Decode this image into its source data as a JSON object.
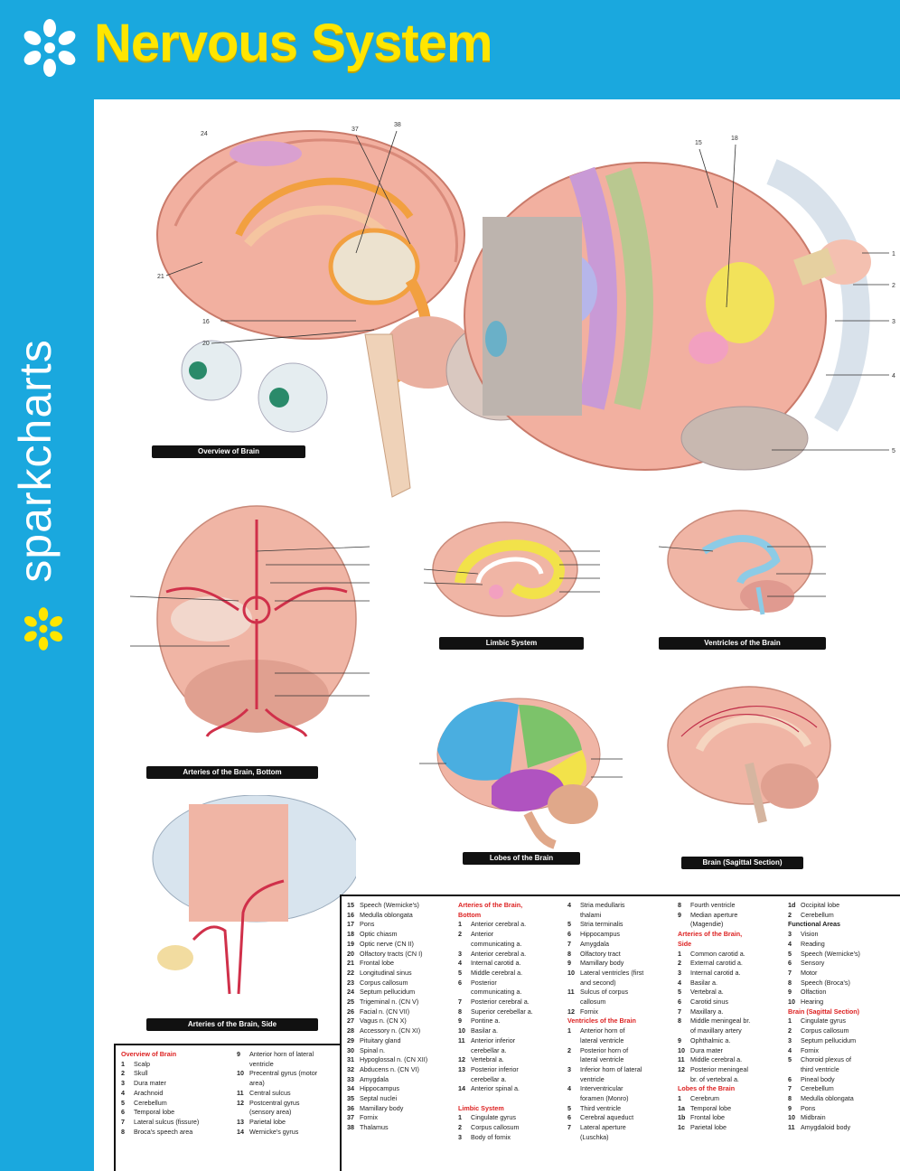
{
  "header": {
    "title": "Nervous System",
    "brand": "sparkcharts"
  },
  "colors": {
    "blue": "#1aa8de",
    "yellow": "#ffe600",
    "white": "#ffffff"
  },
  "captions": {
    "overview": "Overview of Brain",
    "arteries_bottom": "Arteries of the Brain, Bottom",
    "limbic": "Limbic System",
    "ventricles": "Ventricles of the Brain",
    "lobes": "Lobes of the Brain",
    "sagittal": "Brain (Sagittal Section)",
    "arteries_side": "Arteries of the Brain, Side"
  },
  "legend": {
    "col1": [
      [
        "",
        "Overview of Brain",
        true
      ],
      [
        "1",
        "Scalp"
      ],
      [
        "2",
        "Skull"
      ],
      [
        "3",
        "Dura mater"
      ],
      [
        "4",
        "Arachnoid"
      ],
      [
        "5",
        "Cerebellum"
      ],
      [
        "6",
        "Temporal lobe"
      ],
      [
        "7",
        "Lateral sulcus (fissure)"
      ],
      [
        "8",
        "Broca's speech area"
      ]
    ],
    "col2": [
      [
        "9",
        "Anterior horn of lateral"
      ],
      [
        "",
        "ventricle"
      ],
      [
        "10",
        "Precentral gyrus (motor"
      ],
      [
        "",
        "area)"
      ],
      [
        "11",
        "Central sulcus"
      ],
      [
        "12",
        "Postcentral gyrus"
      ],
      [
        "",
        "(sensory area)"
      ],
      [
        "13",
        "Parietal lobe"
      ],
      [
        "14",
        "Wernicke's gyrus"
      ]
    ],
    "col3": [
      [
        "15",
        "Speech (Wernicke's)"
      ],
      [
        "16",
        "Medulla oblongata"
      ],
      [
        "17",
        "Pons"
      ],
      [
        "18",
        "Optic chiasm"
      ],
      [
        "19",
        "Optic nerve (CN II)"
      ],
      [
        "20",
        "Olfactory tracts (CN I)"
      ],
      [
        "21",
        "Frontal lobe"
      ],
      [
        "22",
        "Longitudinal sinus"
      ],
      [
        "23",
        "Corpus callosum"
      ],
      [
        "24",
        "Septum pellucidum"
      ],
      [
        "25",
        "Trigeminal n. (CN V)"
      ],
      [
        "26",
        "Facial n. (CN VII)"
      ],
      [
        "27",
        "Vagus n. (CN X)"
      ],
      [
        "28",
        "Accessory n. (CN XI)"
      ],
      [
        "29",
        "Pituitary gland"
      ],
      [
        "30",
        "Spinal n."
      ],
      [
        "31",
        "Hypoglossal n. (CN XII)"
      ],
      [
        "32",
        "Abducens n. (CN VI)"
      ],
      [
        "33",
        "Amygdala"
      ],
      [
        "34",
        "Hippocampus"
      ],
      [
        "35",
        "Septal nuclei"
      ],
      [
        "36",
        "Mamillary body"
      ],
      [
        "37",
        "Fornix"
      ],
      [
        "38",
        "Thalamus"
      ]
    ],
    "col4": [
      [
        "",
        "Arteries of the Brain,",
        true
      ],
      [
        "",
        "Bottom",
        true
      ],
      [
        "1",
        "Anterior cerebral a."
      ],
      [
        "2",
        "Anterior"
      ],
      [
        "",
        "communicating a."
      ],
      [
        "3",
        "Anterior cerebral a."
      ],
      [
        "4",
        "Internal carotid a."
      ],
      [
        "5",
        "Middle cerebral a."
      ],
      [
        "6",
        "Posterior"
      ],
      [
        "",
        "communicating a."
      ],
      [
        "7",
        "Posterior cerebral a."
      ],
      [
        "8",
        "Superior cerebellar a."
      ],
      [
        "9",
        "Pontine a."
      ],
      [
        "10",
        "Basilar a."
      ],
      [
        "11",
        "Anterior inferior"
      ],
      [
        "",
        "cerebellar a."
      ],
      [
        "12",
        "Vertebral a."
      ],
      [
        "13",
        "Posterior inferior"
      ],
      [
        "",
        "cerebellar a."
      ],
      [
        "14",
        "Anterior spinal a."
      ],
      [
        "",
        ""
      ],
      [
        "",
        "Limbic System",
        true
      ],
      [
        "1",
        "Cingulate gyrus"
      ],
      [
        "2",
        "Corpus callosum"
      ],
      [
        "3",
        "Body of fornix"
      ]
    ],
    "col5": [
      [
        "4",
        "Stria medullaris"
      ],
      [
        "",
        "thalami"
      ],
      [
        "5",
        "Stria terminalis"
      ],
      [
        "6",
        "Hippocampus"
      ],
      [
        "7",
        "Amygdala"
      ],
      [
        "8",
        "Olfactory tract"
      ],
      [
        "9",
        "Mamillary body"
      ],
      [
        "10",
        "Lateral ventricles (first"
      ],
      [
        "",
        "and second)"
      ],
      [
        "11",
        "Sulcus of corpus"
      ],
      [
        "",
        "callosum"
      ],
      [
        "12",
        "Fornix"
      ],
      [
        "",
        "Ventricles of the Brain",
        true
      ],
      [
        "1",
        "Anterior horn of"
      ],
      [
        "",
        "lateral ventricle"
      ],
      [
        "2",
        "Posterior horn of"
      ],
      [
        "",
        "lateral ventricle"
      ],
      [
        "3",
        "Inferior horn of lateral"
      ],
      [
        "",
        "ventricle"
      ],
      [
        "4",
        "Interventricular"
      ],
      [
        "",
        "foramen (Monro)"
      ],
      [
        "5",
        "Third ventricle"
      ],
      [
        "6",
        "Cerebral aqueduct"
      ],
      [
        "7",
        "Lateral aperture"
      ],
      [
        "",
        "(Luschka)"
      ]
    ],
    "col6": [
      [
        "8",
        "Fourth ventricle"
      ],
      [
        "9",
        "Median aperture"
      ],
      [
        "",
        "(Magendie)"
      ],
      [
        "",
        "Arteries of the Brain,",
        true
      ],
      [
        "",
        "Side",
        true
      ],
      [
        "1",
        "Common carotid a."
      ],
      [
        "2",
        "External carotid a."
      ],
      [
        "3",
        "Internal carotid a."
      ],
      [
        "4",
        "Basilar a."
      ],
      [
        "5",
        "Vertebral a."
      ],
      [
        "6",
        "Carotid sinus"
      ],
      [
        "7",
        "Maxillary a."
      ],
      [
        "8",
        "Middle meningeal br."
      ],
      [
        "",
        "of maxillary artery"
      ],
      [
        "9",
        "Ophthalmic a."
      ],
      [
        "10",
        "Dura mater"
      ],
      [
        "11",
        "Middle cerebral a."
      ],
      [
        "12",
        "Posterior meningeal"
      ],
      [
        "",
        "br. of vertebral a."
      ],
      [
        "",
        "Lobes of the Brain",
        true
      ],
      [
        "1",
        "Cerebrum"
      ],
      [
        "1a",
        "Temporal lobe"
      ],
      [
        "1b",
        "Frontal lobe"
      ],
      [
        "1c",
        "Parietal lobe"
      ]
    ],
    "col7": [
      [
        "1d",
        "Occipital lobe"
      ],
      [
        "2",
        "Cerebellum"
      ],
      [
        "",
        "Functional Areas",
        false
      ],
      [
        "3",
        "Vision"
      ],
      [
        "4",
        "Reading"
      ],
      [
        "5",
        "Speech (Wernicke's)"
      ],
      [
        "6",
        "Sensory"
      ],
      [
        "7",
        "Motor"
      ],
      [
        "8",
        "Speech (Broca's)"
      ],
      [
        "9",
        "Olfaction"
      ],
      [
        "10",
        "Hearing"
      ],
      [
        "",
        "Brain (Sagittal Section)",
        true
      ],
      [
        "1",
        "Cingulate gyrus"
      ],
      [
        "2",
        "Corpus callosum"
      ],
      [
        "3",
        "Septum pellucidum"
      ],
      [
        "4",
        "Fornix"
      ],
      [
        "5",
        "Choroid plexus of"
      ],
      [
        "",
        "third ventricle"
      ],
      [
        "6",
        "Pineal body"
      ],
      [
        "7",
        "Cerebellum"
      ],
      [
        "8",
        "Medulla oblongata"
      ],
      [
        "9",
        "Pons"
      ],
      [
        "10",
        "Midbrain"
      ],
      [
        "11",
        "Amygdaloid body"
      ]
    ]
  }
}
